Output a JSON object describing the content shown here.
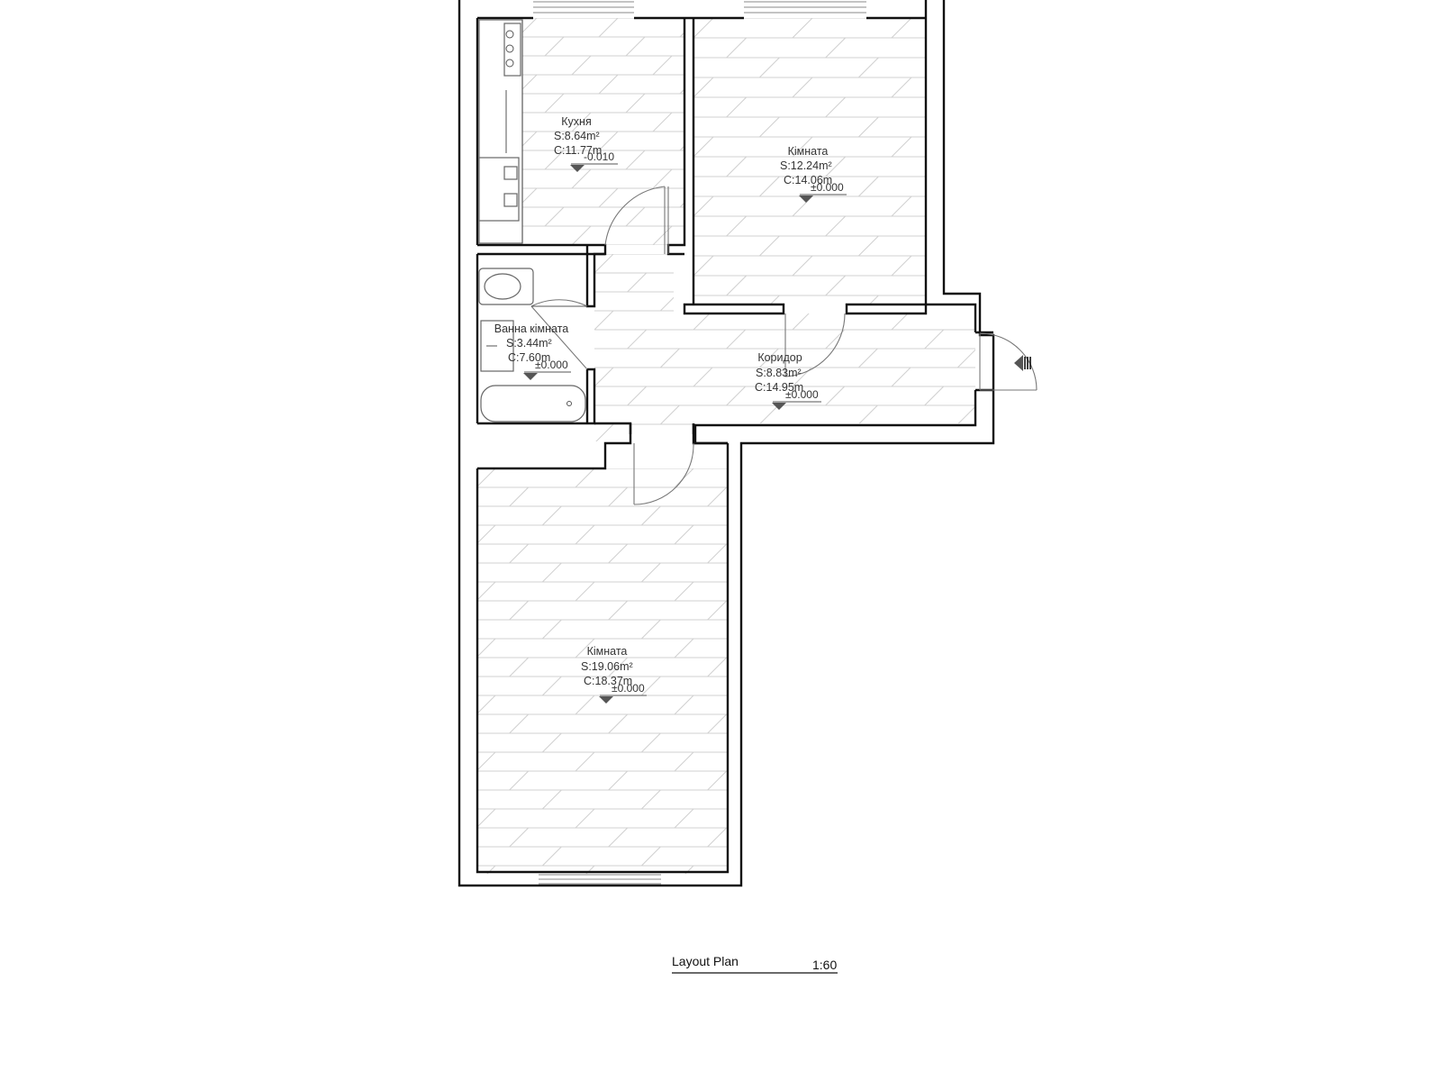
{
  "rooms": {
    "kitchen": {
      "name": "Кухня",
      "area": "S:8.64m²",
      "perimeter": "C:11.77m",
      "level": "-0.010"
    },
    "room1": {
      "name": "Кімната",
      "area": "S:12.24m²",
      "perimeter": "C:14.06m",
      "level": "±0.000"
    },
    "bathroom": {
      "name": "Ванна кімната",
      "area": "S:3.44m²",
      "perimeter": "C:7.60m",
      "level": "±0.000"
    },
    "corridor": {
      "name": "Коридор",
      "area": "S:8.83m²",
      "perimeter": "C:14.95m",
      "level": "±0.000"
    },
    "room2": {
      "name": "Кімната",
      "area": "S:19.06m²",
      "perimeter": "C:18.37m",
      "level": "±0.000"
    }
  },
  "plan": {
    "title": "Layout Plan",
    "scale": "1:60"
  },
  "icons": {
    "entrance": "entrance-arrow-icon",
    "level": "level-marker-icon"
  },
  "colors": {
    "wall": "#111111",
    "floor": "#d0d0d0",
    "text": "#333333"
  }
}
